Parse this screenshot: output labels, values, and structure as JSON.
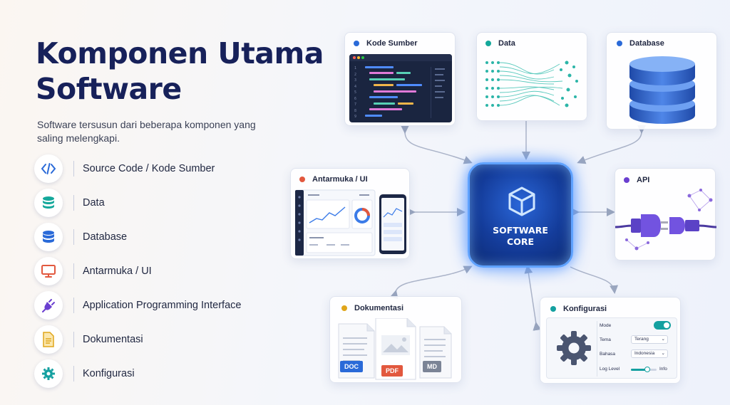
{
  "header": {
    "title": "Komponen Utama Software",
    "subtitle": "Software tersusun dari beberapa komponen yang saling melengkapi."
  },
  "list": [
    {
      "label": "Source Code / Kode Sumber",
      "icon": "code-icon",
      "color": "#2a6ad8"
    },
    {
      "label": "Data",
      "icon": "data-stack-icon",
      "color": "#14a89b"
    },
    {
      "label": "Database",
      "icon": "database-icon",
      "color": "#2a6ad8"
    },
    {
      "label": "Antarmuka / UI",
      "icon": "monitor-icon",
      "color": "#e2583e"
    },
    {
      "label": "Application Programming Interface",
      "icon": "plug-icon",
      "color": "#6a3fd0"
    },
    {
      "label": "Dokumentasi",
      "icon": "document-icon",
      "color": "#e0a51a"
    },
    {
      "label": "Konfigurasi",
      "icon": "gear-icon",
      "color": "#14a0a0"
    }
  ],
  "core": {
    "line1": "SOFTWARE",
    "line2": "CORE"
  },
  "cards": {
    "kode": {
      "title": "Kode Sumber",
      "color": "#2a6ad8"
    },
    "data": {
      "title": "Data",
      "color": "#14a89b"
    },
    "database": {
      "title": "Database",
      "color": "#2a6ad8"
    },
    "ui": {
      "title": "Antarmuka / UI",
      "color": "#e2583e"
    },
    "api": {
      "title": "API",
      "color": "#6a3fd0"
    },
    "dokumentasi": {
      "title": "Dokumentasi",
      "color": "#e0a51a",
      "files": [
        "DOC",
        "PDF",
        "MD"
      ]
    },
    "konfigurasi": {
      "title": "Konfigurasi",
      "color": "#14a0a0",
      "rows": {
        "mode": "Mode",
        "tema": "Tema",
        "tema_value": "Terang",
        "bahasa": "Bahasa",
        "bahasa_value": "Indonesia",
        "log": "Log Level",
        "log_value": "Info"
      }
    }
  },
  "code_lines": [
    "1",
    "2",
    "3",
    "4",
    "5",
    "6",
    "7",
    "8",
    "9"
  ]
}
